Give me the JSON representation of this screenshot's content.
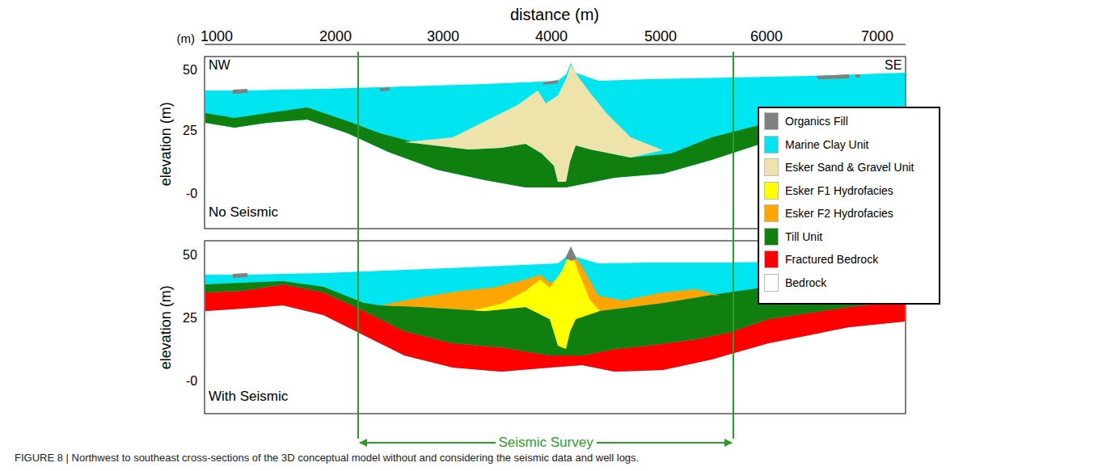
{
  "diagram": {
    "caption": "FIGURE 8 | Northwest to southeast cross-sections of the 3D conceptual model without and considering the seismic data and well logs.",
    "labels": [
      "distance (m)",
      "(m)",
      "1000",
      "2000",
      "3000",
      "4000",
      "5000",
      "6000",
      "7000",
      "elevation (m)",
      "50",
      "25",
      "-0",
      "NW",
      "SE",
      "No Seismic",
      "elevation (m)",
      "50",
      "25",
      "-0",
      "With Seismic",
      "Seismic Survey"
    ],
    "legend": [
      {
        "text": "Organics Fill",
        "color": "#808080"
      },
      {
        "text": "Marine Clay Unit",
        "color": "#00e5f0"
      },
      {
        "text": "Esker Sand & Gravel Unit",
        "color": "#eee3aa"
      },
      {
        "text": "Esker F1 Hydrofacies",
        "color": "#ffff00"
      },
      {
        "text": "Esker F2 Hydrofacies",
        "color": "#ffa500"
      },
      {
        "text": "Till Unit",
        "color": "#0f7f0f"
      },
      {
        "text": "Fractured Bedrock",
        "color": "#ff0000"
      },
      {
        "text": "Bedrock",
        "color": "#ffffff"
      }
    ]
  }
}
